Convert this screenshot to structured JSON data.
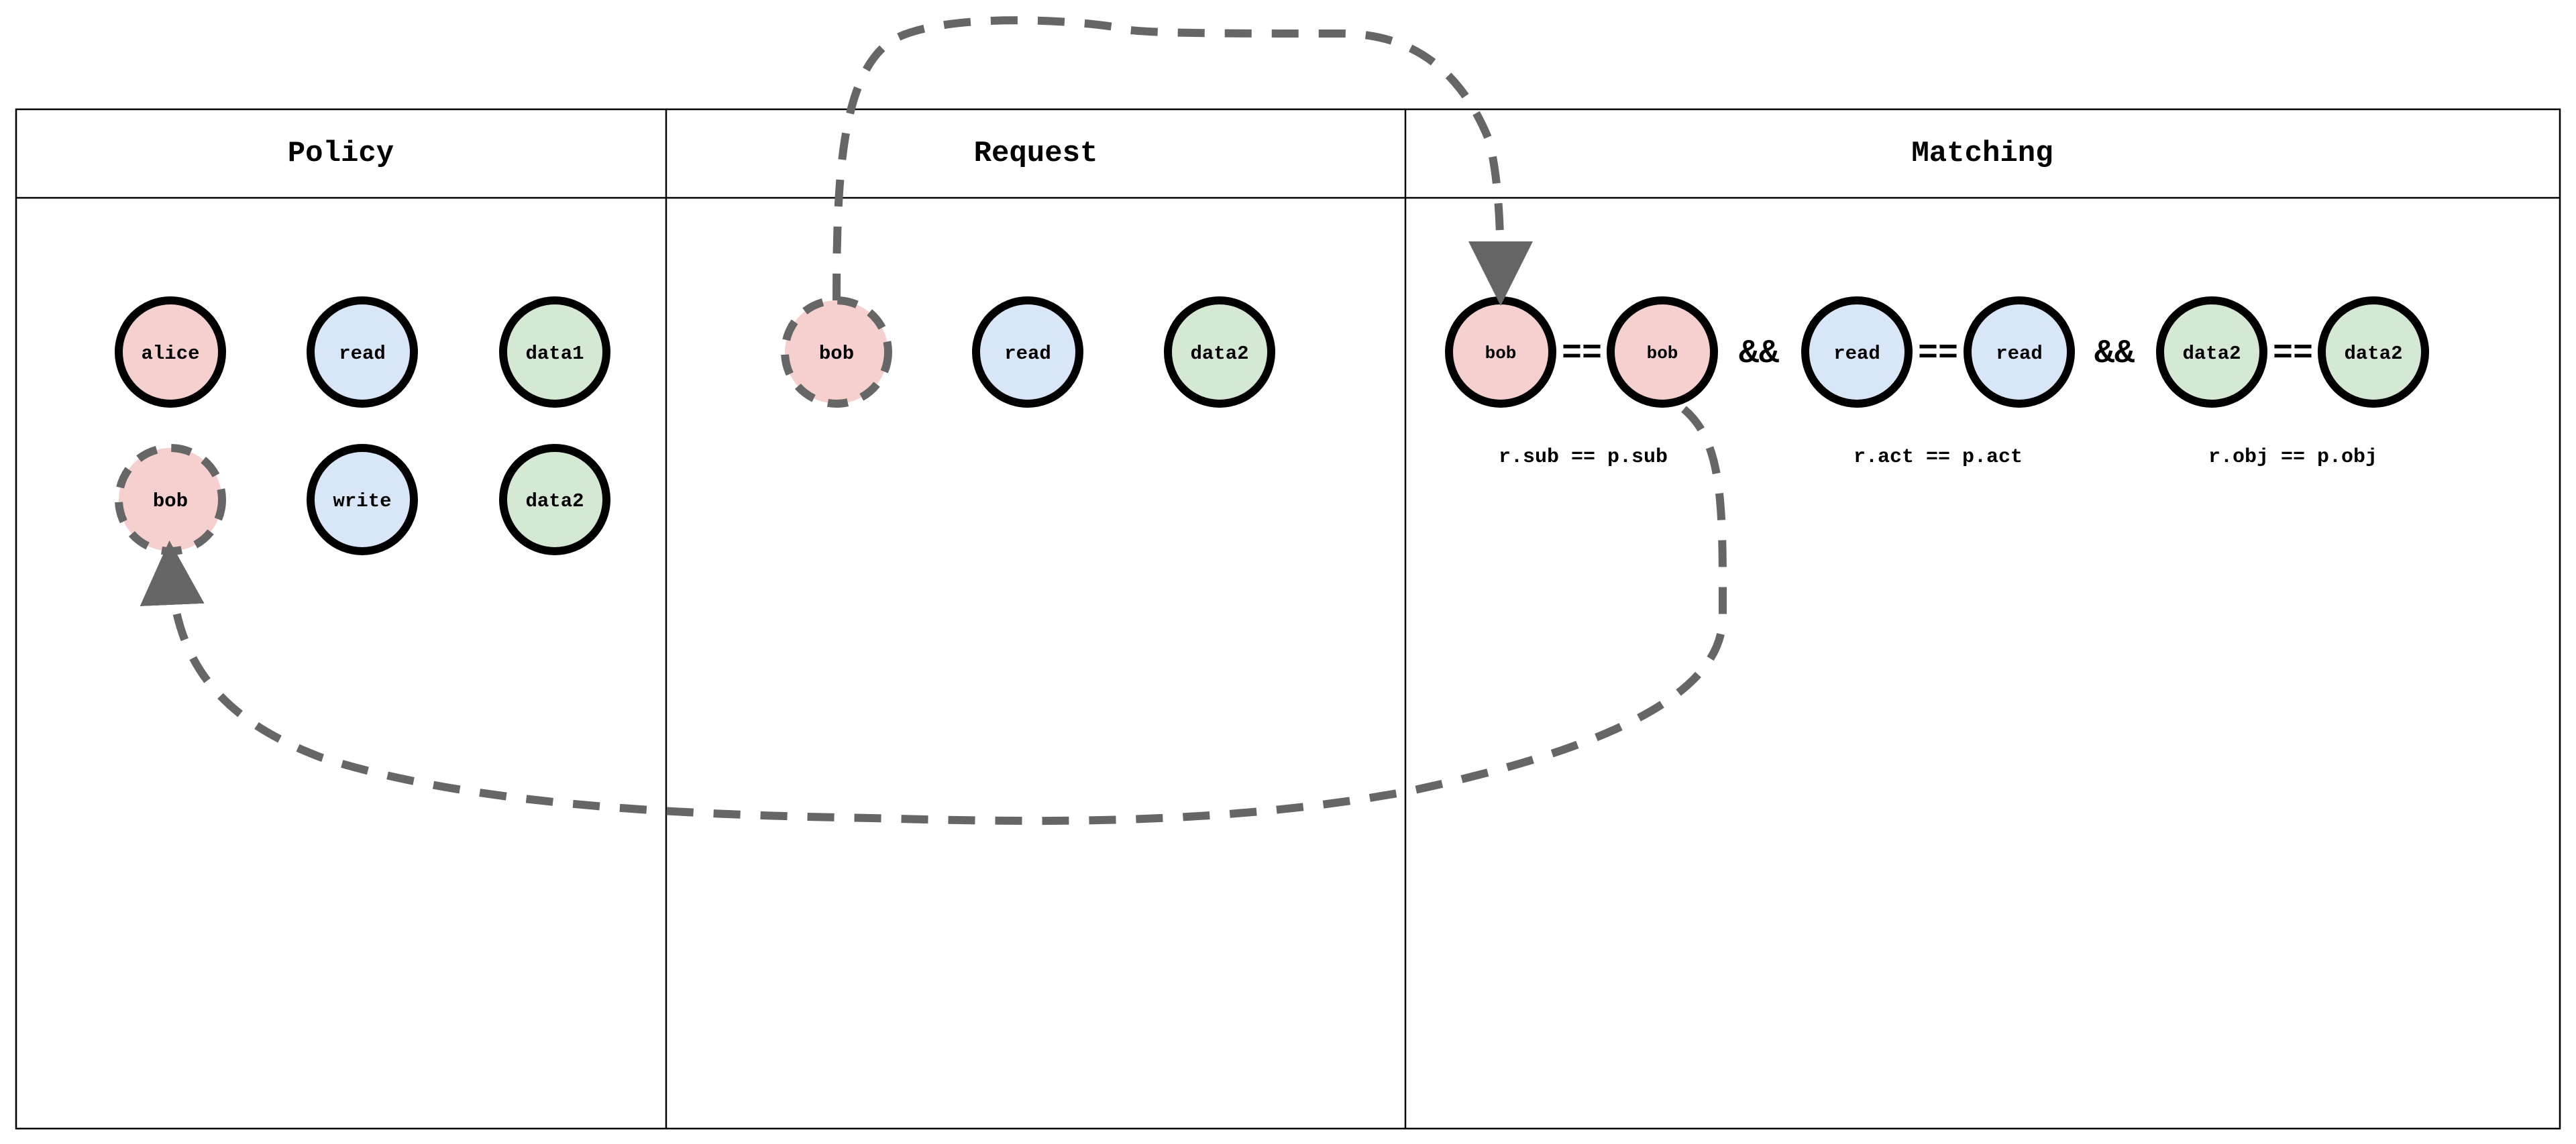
{
  "columns": {
    "policy": "Policy",
    "request": "Request",
    "matching": "Matching"
  },
  "colors": {
    "subject": "#f6cfcf",
    "action": "#d9e6f8",
    "object": "#d4e8d4",
    "dashed_stroke": "#666666"
  },
  "policy_nodes": [
    {
      "label": "alice"
    },
    {
      "label": "read"
    },
    {
      "label": "data1"
    },
    {
      "label": "bob"
    },
    {
      "label": "write"
    },
    {
      "label": "data2"
    }
  ],
  "request_nodes": [
    {
      "label": "bob"
    },
    {
      "label": "read"
    },
    {
      "label": "data2"
    }
  ],
  "matching": {
    "nodes": [
      {
        "label": "bob"
      },
      {
        "label": "bob"
      },
      {
        "label": "read"
      },
      {
        "label": "read"
      },
      {
        "label": "data2"
      },
      {
        "label": "data2"
      }
    ],
    "ops": [
      "==",
      "&&",
      "==",
      "&&",
      "=="
    ],
    "captions": [
      "r.sub == p.sub",
      "r.act == p.act",
      "r.obj == p.obj"
    ]
  }
}
